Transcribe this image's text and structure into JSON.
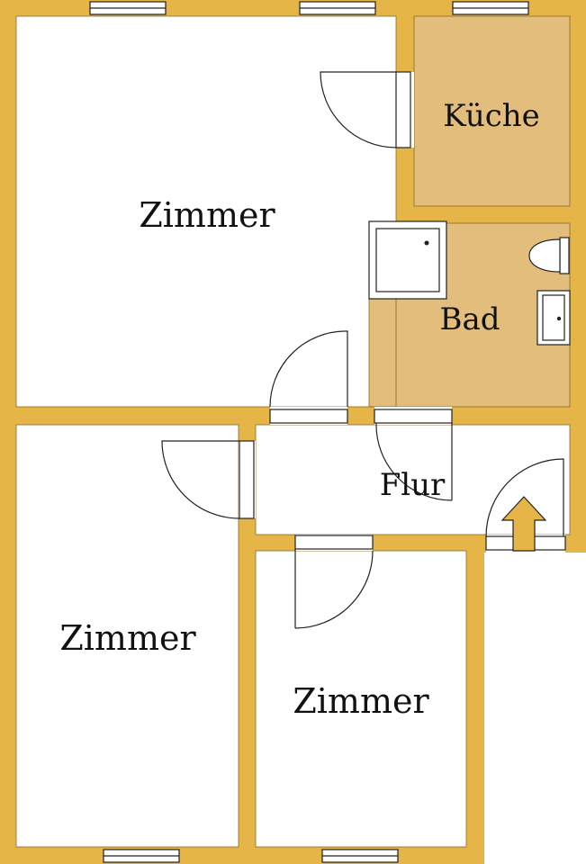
{
  "rooms": {
    "zimmer_top": {
      "label": "Zimmer"
    },
    "kueche": {
      "label": "Küche"
    },
    "bad": {
      "label": "Bad"
    },
    "flur": {
      "label": "Flur"
    },
    "zimmer_left": {
      "label": "Zimmer"
    },
    "zimmer_right": {
      "label": "Zimmer"
    }
  },
  "colors": {
    "wall": "#E6B547",
    "wet_room_floor": "#E2BD7B",
    "floor": "#FFFFFF",
    "line": "#222222",
    "entrance_arrow": "#E6B547"
  },
  "icons": {
    "entrance": "arrow-up-icon",
    "door": "door-swing-icon",
    "window": "window-icon",
    "shower": "shower-tray-icon",
    "toilet": "toilet-icon",
    "sink": "sink-icon"
  }
}
